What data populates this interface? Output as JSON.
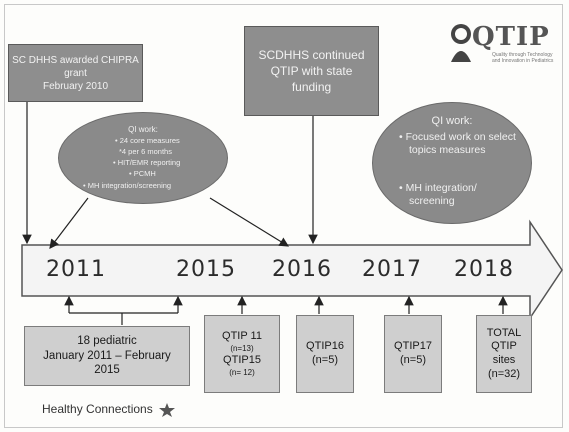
{
  "logo": {
    "title": "QTIP",
    "tagline_line1": "Quality through Technology",
    "tagline_line2": "and Innovation in Pediatrics"
  },
  "boxes": {
    "chipra": [
      "SC DHHS awarded CHIPRA",
      "grant",
      "February 2010"
    ],
    "funding": [
      "SCDHHS continued",
      "QTIP with state",
      "funding"
    ]
  },
  "ellipses": {
    "left": {
      "title": "QI work:",
      "items": [
        "24 core measures",
        "*4 per 6 months",
        "HIT/EMR reporting",
        "PCMH",
        "MH integration/screening"
      ]
    },
    "right": {
      "title": "QI work:",
      "items": [
        "Focused work on select topics measures",
        "MH integration/ screening"
      ]
    }
  },
  "timeline": {
    "years": [
      "2011",
      "2015",
      "2016",
      "2017",
      "2018"
    ]
  },
  "bottom_boxes": {
    "pediatric": [
      "18 pediatric",
      "January 2011 – February",
      "2015"
    ],
    "qtip_11_15": {
      "line1": "QTIP 11",
      "line2": "(n=13)",
      "line3": "QTIP15",
      "line4": "(n= 12)"
    },
    "qtip16": {
      "line1": "QTIP16",
      "line2": "(n=5)"
    },
    "qtip17": {
      "line1": "QTIP17",
      "line2": "(n=5)"
    },
    "total": {
      "line1": "TOTAL",
      "line2": "QTIP",
      "line3": "sites",
      "line4": "(n=32)"
    }
  },
  "footer": {
    "brand": "Healthy Connections"
  }
}
